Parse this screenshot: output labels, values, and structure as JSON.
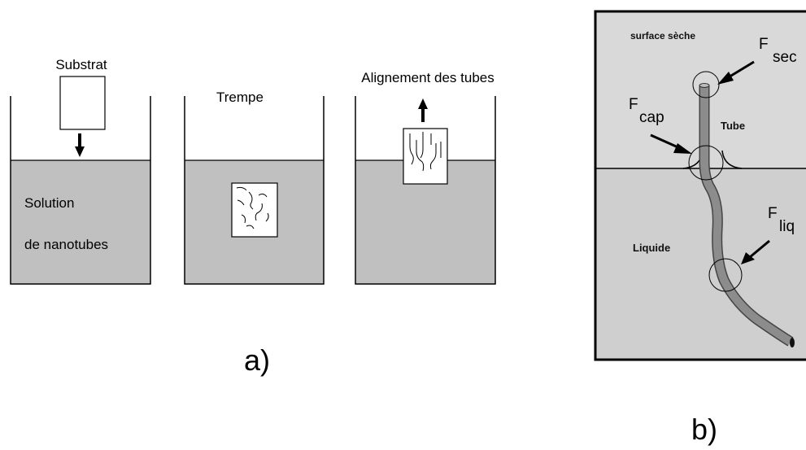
{
  "panel_a": {
    "beaker1": {
      "substrate_label": "Substrat",
      "solution_line1": "Solution",
      "solution_line2": "de nanotubes"
    },
    "beaker2": {
      "label": "Trempe"
    },
    "beaker3": {
      "label": "Alignement des tubes"
    },
    "caption": "a)"
  },
  "panel_b": {
    "dry_surface_label": "surface sèche",
    "tube_label": "Tube",
    "liquid_label": "Liquide",
    "forces": {
      "sec": {
        "symbol": "F",
        "subscript": "sec"
      },
      "cap": {
        "symbol": "F",
        "subscript": "cap"
      },
      "liq": {
        "symbol": "F",
        "subscript": "liq"
      }
    },
    "caption": "b)"
  },
  "colors": {
    "liquid_gray": "#c0c0c0",
    "panel_b_bg": "#d9d9d9",
    "tube_gray": "#8c8c8c"
  }
}
